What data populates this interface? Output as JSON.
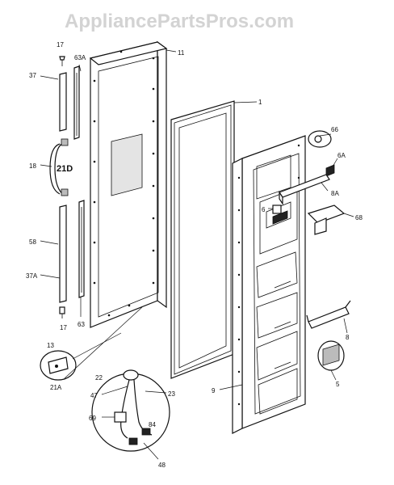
{
  "watermark": "AppliancePartsPros.com",
  "callouts": [
    {
      "name": "callout-17-top",
      "text": "17"
    },
    {
      "name": "callout-63a",
      "text": "63A"
    },
    {
      "name": "callout-11",
      "text": "11"
    },
    {
      "name": "callout-37",
      "text": "37"
    },
    {
      "name": "callout-1",
      "text": "1"
    },
    {
      "name": "callout-18",
      "text": "18"
    },
    {
      "name": "callout-21d",
      "text": "21D"
    },
    {
      "name": "callout-58",
      "text": "58"
    },
    {
      "name": "callout-37a",
      "text": "37A"
    },
    {
      "name": "callout-17-bottom",
      "text": "17"
    },
    {
      "name": "callout-63",
      "text": "63"
    },
    {
      "name": "callout-66",
      "text": "66"
    },
    {
      "name": "callout-6a",
      "text": "6A"
    },
    {
      "name": "callout-6",
      "text": "6"
    },
    {
      "name": "callout-8a",
      "text": "8A"
    },
    {
      "name": "callout-68",
      "text": "68"
    },
    {
      "name": "callout-8",
      "text": "8"
    },
    {
      "name": "callout-5",
      "text": "5"
    },
    {
      "name": "callout-9",
      "text": "9"
    },
    {
      "name": "callout-13",
      "text": "13"
    },
    {
      "name": "callout-21a",
      "text": "21A"
    },
    {
      "name": "callout-22",
      "text": "22"
    },
    {
      "name": "callout-47",
      "text": "47"
    },
    {
      "name": "callout-23",
      "text": "23"
    },
    {
      "name": "callout-69",
      "text": "69"
    },
    {
      "name": "callout-84",
      "text": "84"
    },
    {
      "name": "callout-48",
      "text": "48"
    }
  ]
}
